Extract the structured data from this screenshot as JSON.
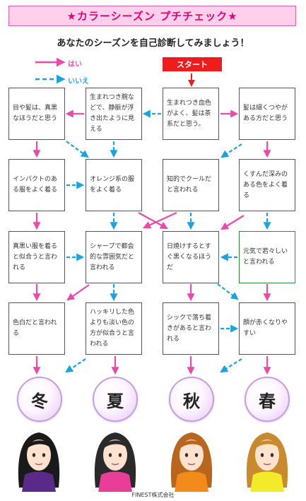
{
  "title": "★カラーシーズン プチチェック★",
  "subtitle": "あなたのシーズンを自己診断してみましょう！",
  "legend": {
    "yes": "はい",
    "no": "いいえ"
  },
  "start": "スタート",
  "nodes": {
    "r1c1": "目や髪は、真黒なほうだと思う",
    "r1c2": "生まれつき腕などで、静脈が浮き出たように見える",
    "r1c3": "生まれつき血色がよく、髪は茶系だと思う。",
    "r1c4": "髪は細くつやがある方だと思う",
    "r2c1": "インパクトのある服をよく着る",
    "r2c2": "オレンジ系の服をよく着る",
    "r2c3": "知的でクールだと言われる",
    "r2c4": "くすんだ深みのある色をよく着る",
    "r3c1": "真黒い服を着ると似合うと言われる",
    "r3c2": "シャープで都会的な雰囲気だと言われる",
    "r3c3": "日焼けするとすぐ黒くなるほうだ",
    "r3c4": "元気で若々しいと言われる",
    "r4c1": "色白だと言われる",
    "r4c2": "ハッキリした色よりも淡い色の方が似合うと言われる",
    "r4c3": "シックで落ち着きがあると言われる",
    "r4c4": "顔が赤くなりやすい"
  },
  "seasons": {
    "winter": "冬",
    "summer": "夏",
    "autumn": "秋",
    "spring": "春"
  },
  "scarf_colors": {
    "winter": "#5a2a8a",
    "summer": "#e83e9a",
    "autumn": "#f28a1c",
    "spring": "#f2ea2a"
  },
  "footer": "FINEST株式会社"
}
